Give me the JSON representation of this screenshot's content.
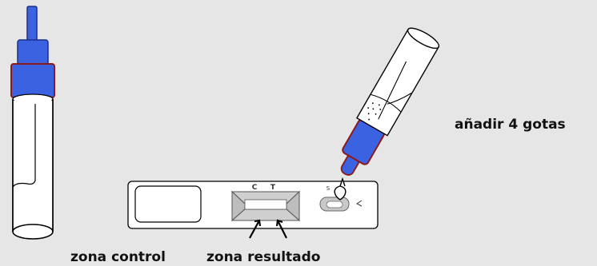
{
  "labels": {
    "add_drops": "añadir 4 gotas",
    "control_zone": "zona control",
    "result_zone": "zona resultado"
  },
  "cassette": {
    "marker_c": "C",
    "marker_t": "T",
    "sample_marker": "S"
  },
  "colors": {
    "background": "#e6e6e6",
    "cap_blue": "#3b62e0",
    "cap_outline": "#8b1a1a",
    "line": "#000000",
    "cassette_gray": "#cfcfcf"
  }
}
